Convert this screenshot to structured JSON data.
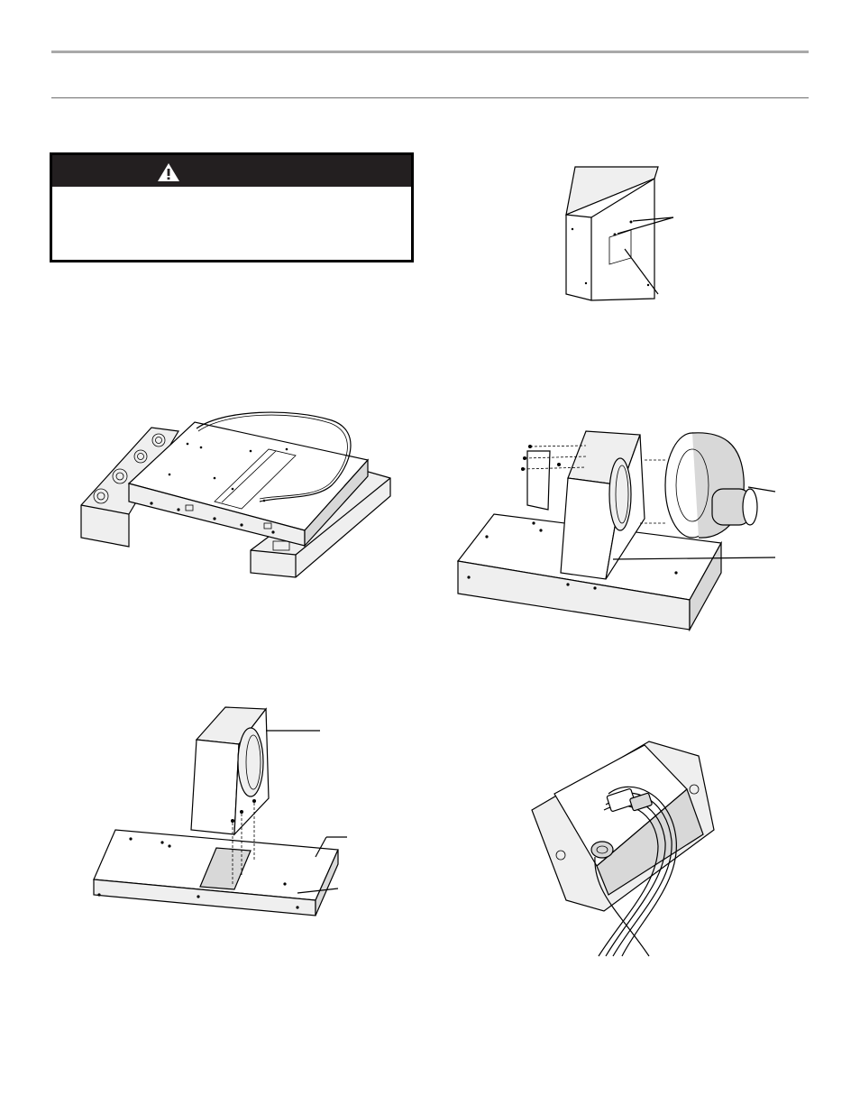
{
  "warning": {
    "icon": "warning-triangle-icon",
    "header_color": "#231f20"
  },
  "figures": [
    {
      "id": "duct-cover-with-holes",
      "icon": "duct-cover-illustration"
    },
    {
      "id": "downdraft-unit-top-view",
      "icon": "downdraft-unit-illustration"
    },
    {
      "id": "blower-assembly-exploded",
      "icon": "blower-assembly-illustration"
    },
    {
      "id": "transition-mounting",
      "icon": "transition-mounting-illustration"
    },
    {
      "id": "wiring-junction-box",
      "icon": "junction-box-illustration"
    }
  ]
}
